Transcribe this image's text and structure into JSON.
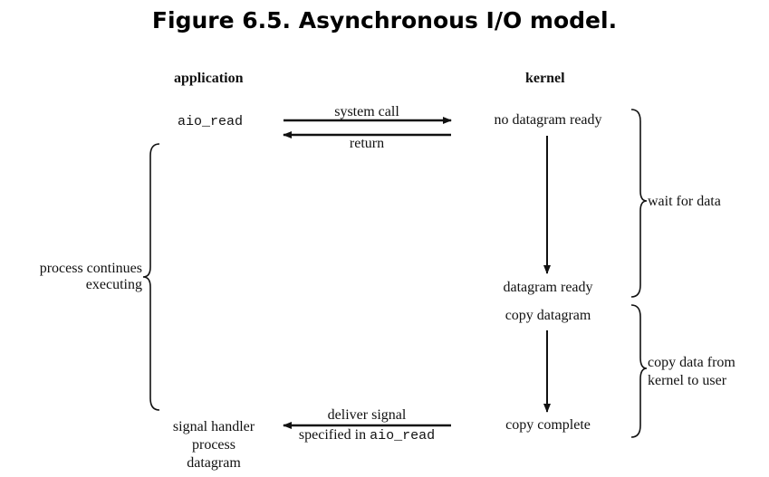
{
  "figure": {
    "title": "Figure 6.5. Asynchronous I/O model."
  },
  "columns": {
    "application": "application",
    "kernel": "kernel"
  },
  "application": {
    "call": "aio_read",
    "process_continues_line1": "process continues",
    "process_continues_line2": "executing",
    "signal_handler_line1": "signal handler",
    "signal_handler_line2": "process",
    "signal_handler_line3": "datagram"
  },
  "arrows": {
    "system_call": "system call",
    "return": "return",
    "deliver_signal": "deliver signal",
    "specified_in": "specified in",
    "specified_in_code": "aio_read"
  },
  "kernel": {
    "no_datagram_ready": "no datagram ready",
    "datagram_ready": "datagram ready",
    "copy_datagram": "copy datagram",
    "copy_complete": "copy complete"
  },
  "phases": {
    "wait_for_data": "wait for data",
    "copy_data_line1": "copy data from",
    "copy_data_line2": "kernel to user"
  },
  "colors": {
    "ink": "#111111",
    "background": "#ffffff"
  }
}
